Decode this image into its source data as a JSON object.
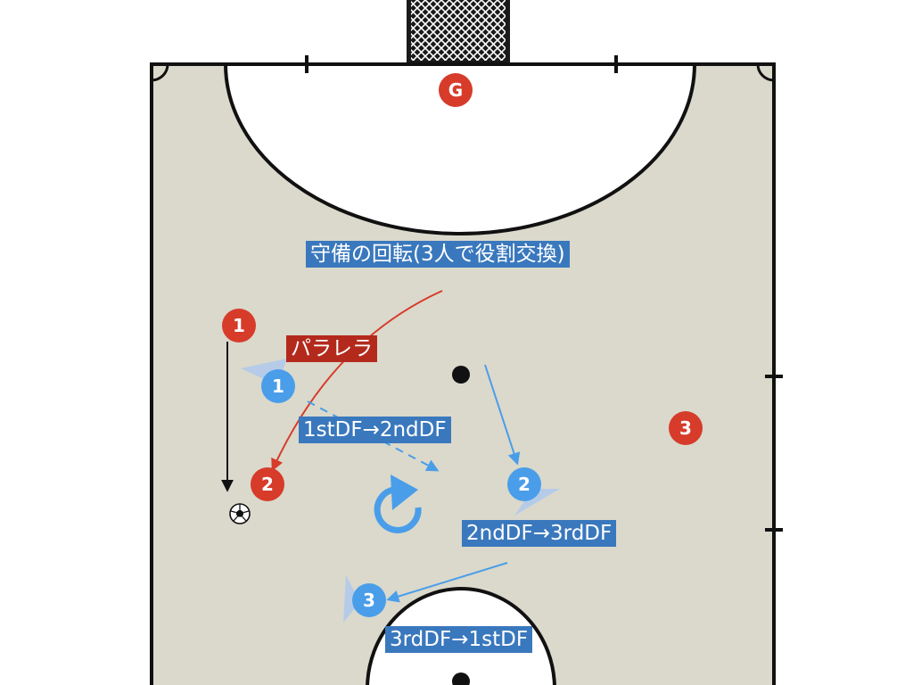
{
  "title": "守備の回転(3人で役割交換)",
  "labels": {
    "parallel": "パラレラ",
    "rotation_1": "1stDF→2ndDF",
    "rotation_2": "2ndDF→3rdDF",
    "rotation_3": "3rdDF→1stDF"
  },
  "goalkeeper": "G",
  "attackers": [
    "1",
    "2",
    "3"
  ],
  "defenders": [
    "1",
    "2",
    "3"
  ],
  "colors": {
    "court": "#dad9cc",
    "line": "#111111",
    "attacker": "#d73b2a",
    "defender": "#4a9de9",
    "label_blue": "#3a78bd",
    "label_red": "#b32a1d"
  },
  "icons": {
    "ball": "soccer-ball-icon",
    "rotation": "rotation-arrow-icon",
    "goal": "goal-net-icon"
  }
}
